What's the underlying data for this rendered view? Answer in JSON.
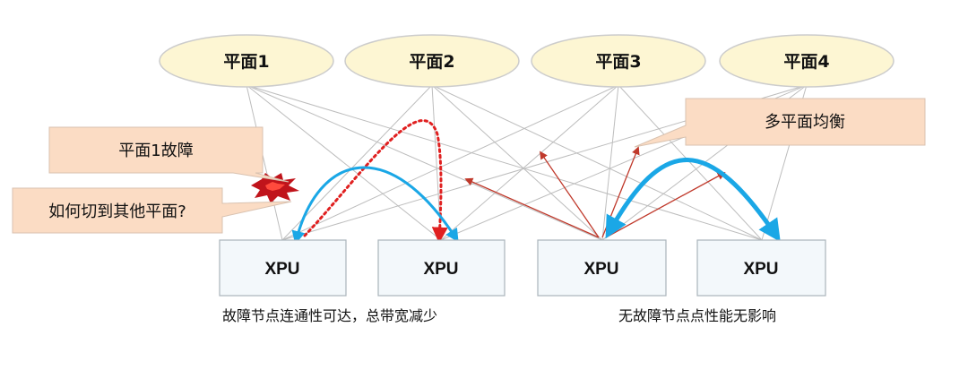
{
  "planes": [
    {
      "label": "平面1"
    },
    {
      "label": "平面2"
    },
    {
      "label": "平面3"
    },
    {
      "label": "平面4"
    }
  ],
  "xpus": [
    {
      "label": "XPU"
    },
    {
      "label": "XPU"
    },
    {
      "label": "XPU"
    },
    {
      "label": "XPU"
    }
  ],
  "callouts": {
    "plane1_fault": "平面1故障",
    "switch_question": "如何切到其他平面?",
    "multi_plane_balance": "多平面均衡"
  },
  "captions": {
    "left": "故障节点连通性可达，总带宽减少",
    "right": "无故障节点点性能无影响"
  },
  "colors": {
    "plane_fill": "#fdf6d3",
    "plane_stroke": "#cccccc",
    "xpu_fill": "#f3f8fb",
    "xpu_stroke": "#aab4bb",
    "callout_fill": "#fbdcc4",
    "callout_stroke": "#d9c2b0",
    "link_line": "#bdbdbd",
    "blue_arrow": "#1aa7e6",
    "red_arrow": "#c0392b",
    "red_dotted": "#e02020",
    "fault_burst": "#c0141b"
  }
}
